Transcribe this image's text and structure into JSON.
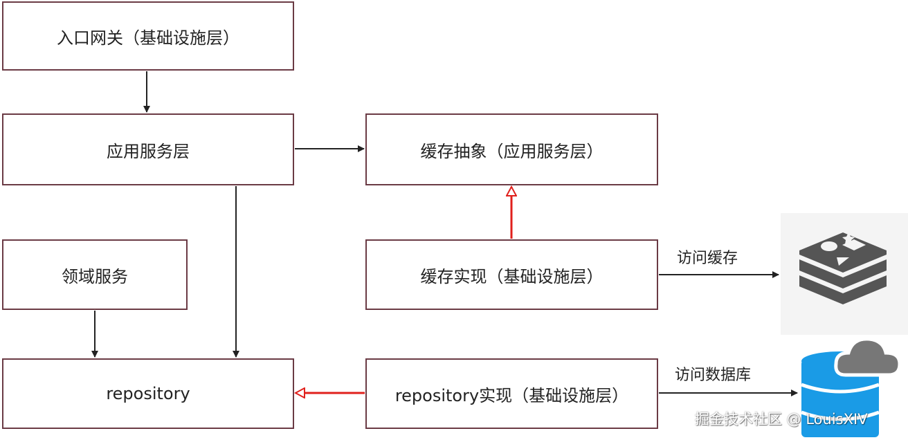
{
  "boxes": {
    "gateway": "入口网关（基础设施层）",
    "app_service": "应用服务层",
    "domain_service": "领域服务",
    "repository": "repository",
    "cache_abstraction": "缓存抽象（应用服务层）",
    "cache_impl": "缓存实现（基础设施层）",
    "repository_impl": "repository实现（基础设施层）"
  },
  "edge_labels": {
    "access_cache": "访问缓存",
    "access_db": "访问数据库"
  },
  "icons": {
    "cache": "redis-icon",
    "database": "cloud-database-icon"
  },
  "watermark": "掘金技术社区 @ LouisXIV",
  "colors": {
    "box_border": "#6a3a44",
    "arrow": "#222222",
    "implementation_arrow": "#e0201c",
    "redis_gray": "#555555",
    "database_blue": "#1a9be6",
    "cloud_gray": "#777777"
  }
}
